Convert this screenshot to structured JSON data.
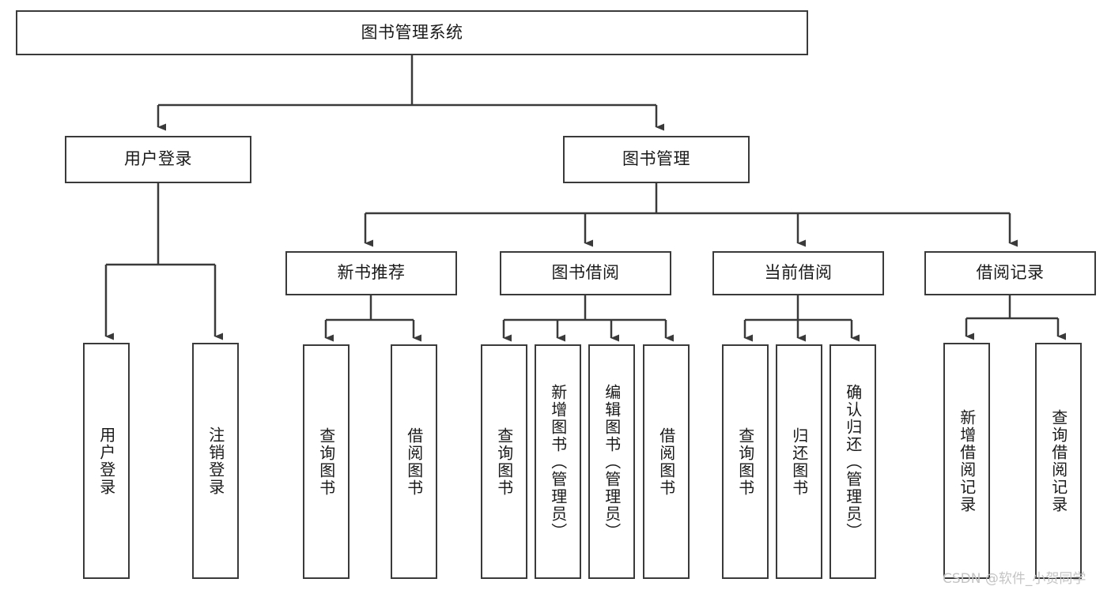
{
  "diagram": {
    "title_node": {
      "label": "图书管理系统"
    },
    "level2": [
      {
        "id": "user-login",
        "label": "用户登录"
      },
      {
        "id": "book-management",
        "label": "图书管理"
      }
    ],
    "level3": [
      {
        "id": "new-book-recommend",
        "label": "新书推荐"
      },
      {
        "id": "book-borrow",
        "label": "图书借阅"
      },
      {
        "id": "current-borrow",
        "label": "当前借阅"
      },
      {
        "id": "borrow-record",
        "label": "借阅记录"
      }
    ],
    "leaves": {
      "user_login": [
        {
          "id": "leaf-user-login",
          "label": "用户登录"
        },
        {
          "id": "leaf-logout-login",
          "label": "注销登录"
        }
      ],
      "new_book_recommend": [
        {
          "id": "leaf-query-book-1",
          "label": "查询图书"
        },
        {
          "id": "leaf-borrow-book-1",
          "label": "借阅图书"
        }
      ],
      "book_borrow": [
        {
          "id": "leaf-query-book-2",
          "label": "查询图书"
        },
        {
          "id": "leaf-add-book",
          "label": "新增图书（管理员）"
        },
        {
          "id": "leaf-edit-book",
          "label": "编辑图书（管理员）"
        },
        {
          "id": "leaf-borrow-book-2",
          "label": "借阅图书"
        }
      ],
      "current_borrow": [
        {
          "id": "leaf-query-book-3",
          "label": "查询图书"
        },
        {
          "id": "leaf-return-book",
          "label": "归还图书"
        },
        {
          "id": "leaf-confirm-return",
          "label": "确认归还（管理员）"
        }
      ],
      "borrow_record": [
        {
          "id": "leaf-add-record",
          "label": "新增借阅记录"
        },
        {
          "id": "leaf-query-record",
          "label": "查询借阅记录"
        }
      ]
    }
  },
  "watermark": {
    "text": "CSDN @软件_小贺同学"
  },
  "colors": {
    "stroke": "#3a3a3a",
    "box_fill": "#ffffff",
    "text": "#1a1a1a",
    "watermark": "#c4c4c4",
    "background": "#ffffff"
  }
}
